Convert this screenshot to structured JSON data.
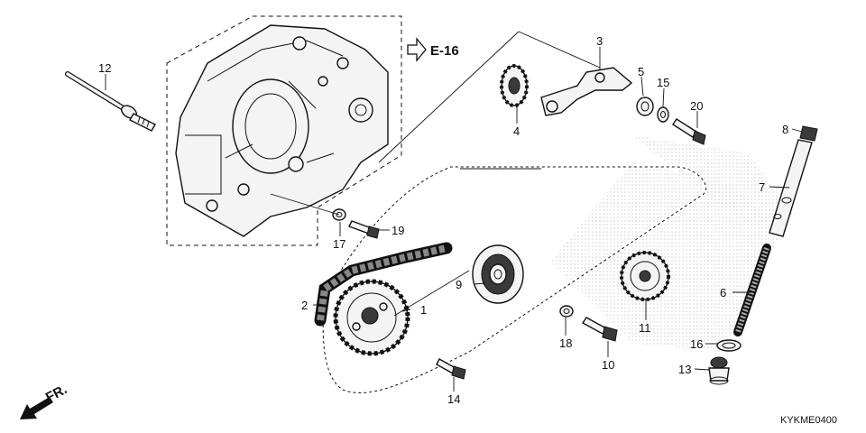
{
  "diagram": {
    "code": "KYKME0400",
    "ref": "E-16",
    "fr": "FR.",
    "callouts": [
      "1",
      "2",
      "3",
      "4",
      "5",
      "6",
      "7",
      "8",
      "9",
      "10",
      "11",
      "12",
      "13",
      "14",
      "15",
      "16",
      "17",
      "18",
      "19",
      "20"
    ]
  }
}
